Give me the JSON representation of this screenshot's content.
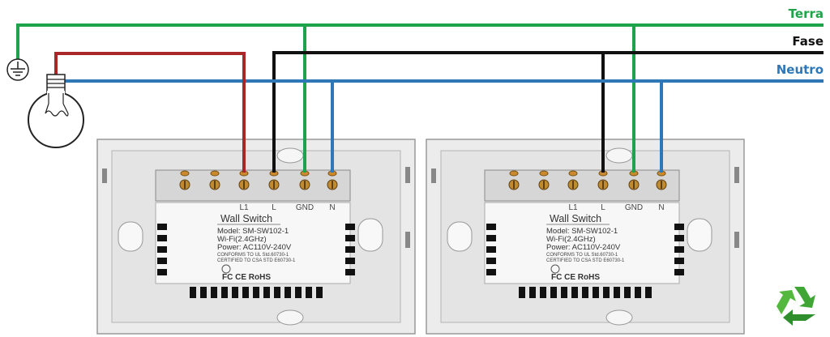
{
  "wires": {
    "terra": {
      "label": "Terra",
      "color": "#1fa34a"
    },
    "fase": {
      "label": "Fase",
      "color": "#111111"
    },
    "neutro": {
      "label": "Neutro",
      "color": "#2f78b8"
    },
    "lamp_wire": {
      "color": "#a8282a"
    }
  },
  "switches": [
    {
      "title": "Wall Switch",
      "terminals": [
        "L1",
        "L",
        "GND",
        "N"
      ],
      "spec_lines": [
        "Model: SM-SW102-1",
        "Wi-Fi(2.4GHz)",
        "Power: AC110V-240V"
      ],
      "cert_lines": [
        "CONFORMS TO UL Std.60730-1",
        "CERTIFIED TO CSA STD E60730-1"
      ],
      "cert_marks": "FC CE RoHS"
    },
    {
      "title": "Wall Switch",
      "terminals": [
        "L1",
        "L",
        "GND",
        "N"
      ],
      "spec_lines": [
        "Model: SM-SW102-1",
        "Wi-Fi(2.4GHz)",
        "Power: AC110V-240V"
      ],
      "cert_lines": [
        "CONFORMS TO UL Std.60730-1",
        "CERTIFIED TO CSA STD E60730-1"
      ],
      "cert_marks": "FC CE RoHS"
    }
  ],
  "icons": {
    "ground": "ground-symbol-icon",
    "lamp": "light-bulb-icon",
    "recycle": "recycle-icon"
  }
}
